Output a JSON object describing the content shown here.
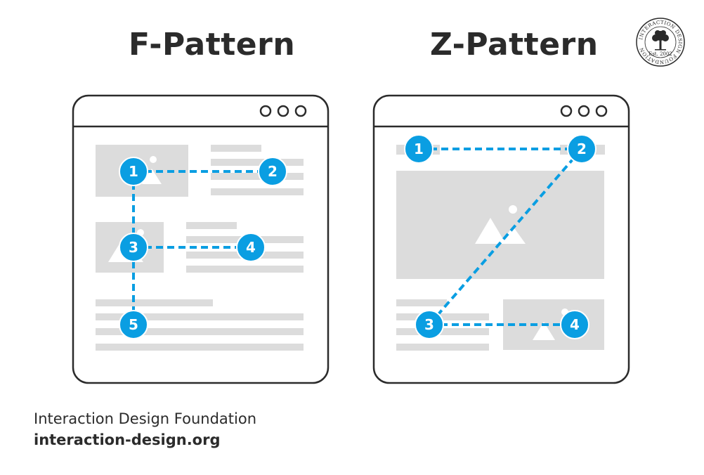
{
  "f_pattern": {
    "title": "F-Pattern",
    "steps": [
      "1",
      "2",
      "3",
      "4",
      "5"
    ]
  },
  "z_pattern": {
    "title": "Z-Pattern",
    "steps": [
      "1",
      "2",
      "3",
      "4"
    ]
  },
  "logo": {
    "ring_text": "INTERACTION DESIGN FOUNDATION",
    "established": "Est. 2002"
  },
  "footer": {
    "organization": "Interaction Design Foundation",
    "website": "interaction-design.org"
  },
  "colors": {
    "accent": "#0a9ee2",
    "outline": "#2b2b2b",
    "placeholder": "#dcdcdc"
  }
}
